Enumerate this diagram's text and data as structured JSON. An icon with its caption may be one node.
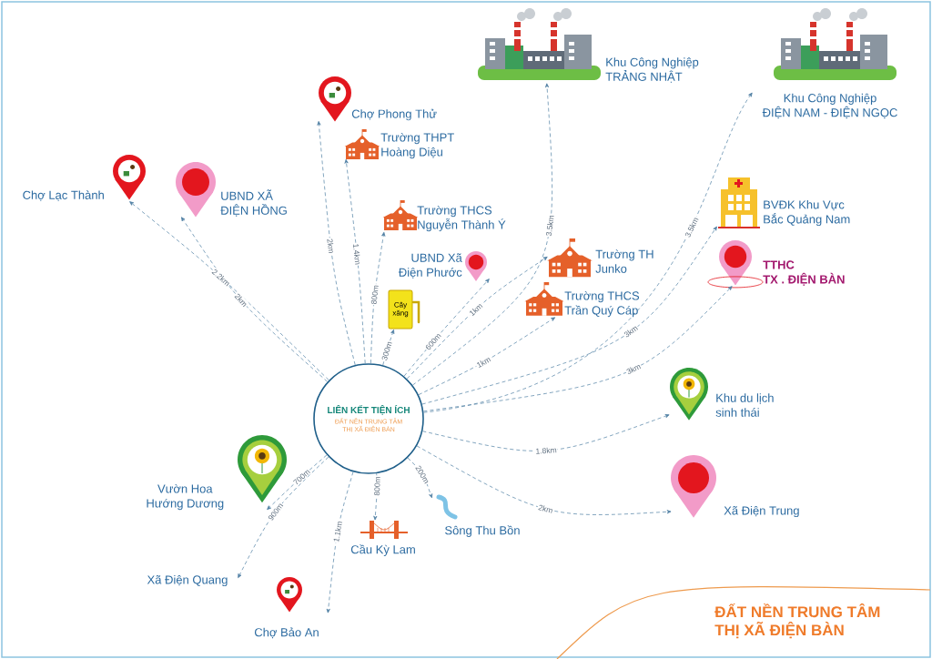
{
  "diagram": {
    "nodes": [
      {
        "text": [
          "LIÊN KẾT TIỆN ÍCH",
          "ĐẤT NỀN TRUNG TÂM THỊ XÃ ĐIỆN BÀN"
        ]
      },
      {
        "text": [
          "Chợ Lạc Thành"
        ]
      },
      {
        "text": [
          "UBND XÃ ĐIỆN HỒNG"
        ]
      },
      {
        "text": [
          "Chợ Phong Thử"
        ]
      },
      {
        "text": [
          "Trường THPT Hoàng Diệu"
        ]
      },
      {
        "text": [
          "Trường THCS Nguyễn Thành Ý"
        ]
      },
      {
        "text": [
          "UBND Xã Điện Phước"
        ]
      },
      {
        "text": [
          "Cây xăng"
        ]
      },
      {
        "text": [
          "Khu Công Nghiệp TRẢNG NHẬT"
        ]
      },
      {
        "text": [
          "Trường TH Junko"
        ]
      },
      {
        "text": [
          "Trường THCS Trần Quý Cáp"
        ]
      },
      {
        "text": [
          "Khu Công Nghiệp ĐIỆN NAM - ĐIỆN NGỌC"
        ]
      },
      {
        "text": [
          "BVĐK Khu Vực Bắc Quảng Nam"
        ]
      },
      {
        "text": [
          "TTHC TX . ĐIỆN BÀN"
        ]
      },
      {
        "text": [
          "Khu du lịch sinh thái"
        ]
      },
      {
        "text": [
          "Xã Điện Trung"
        ]
      },
      {
        "text": [
          "Sông Thu Bồn"
        ]
      },
      {
        "text": [
          "Cầu Kỳ Lam"
        ]
      },
      {
        "text": [
          "Chợ Bảo An"
        ]
      },
      {
        "text": [
          "Xã Điện Quang"
        ]
      },
      {
        "text": [
          "Vườn Hoa Hướng Dương"
        ]
      }
    ],
    "edges": [
      {
        "from": 0,
        "to": 1,
        "arrow": "to",
        "label": "2.2km"
      },
      {
        "from": 0,
        "to": 2,
        "arrow": "to",
        "label": "2km"
      },
      {
        "from": 0,
        "to": 3,
        "arrow": "to",
        "label": "2km"
      },
      {
        "from": 0,
        "to": 4,
        "arrow": "to",
        "label": "1.4km"
      },
      {
        "from": 0,
        "to": 5,
        "arrow": "to",
        "label": "800m"
      },
      {
        "from": 0,
        "to": 6,
        "arrow": "to",
        "label": "600m"
      },
      {
        "from": 0,
        "to": 7,
        "arrow": "to",
        "label": "300m"
      },
      {
        "from": 0,
        "to": 8,
        "arrow": "to",
        "label": "3.5km"
      },
      {
        "from": 0,
        "to": 9,
        "arrow": "to",
        "label": "1km"
      },
      {
        "from": 0,
        "to": 10,
        "arrow": "to",
        "label": "1km"
      },
      {
        "from": 0,
        "to": 11,
        "arrow": "to",
        "label": "3.5km"
      },
      {
        "from": 0,
        "to": 12,
        "arrow": "to",
        "label": "3km"
      },
      {
        "from": 0,
        "to": 13,
        "arrow": "to",
        "label": "3km"
      },
      {
        "from": 0,
        "to": 14,
        "arrow": "to",
        "label": "1.8km"
      },
      {
        "from": 0,
        "to": 15,
        "arrow": "to",
        "label": "2km"
      },
      {
        "from": 0,
        "to": 16,
        "arrow": "to",
        "label": "200m"
      },
      {
        "from": 0,
        "to": 17,
        "arrow": "to",
        "label": "800m"
      },
      {
        "from": 0,
        "to": 18,
        "arrow": "to",
        "label": "1.1km"
      },
      {
        "from": 0,
        "to": 19,
        "arrow": "to",
        "label": "900m"
      },
      {
        "from": 0,
        "to": 20,
        "arrow": "to",
        "label": "700m"
      }
    ],
    "labels": [
      "ĐẤT NỀN TRUNG TÂM THỊ XÃ ĐIỆN BÀN"
    ]
  }
}
